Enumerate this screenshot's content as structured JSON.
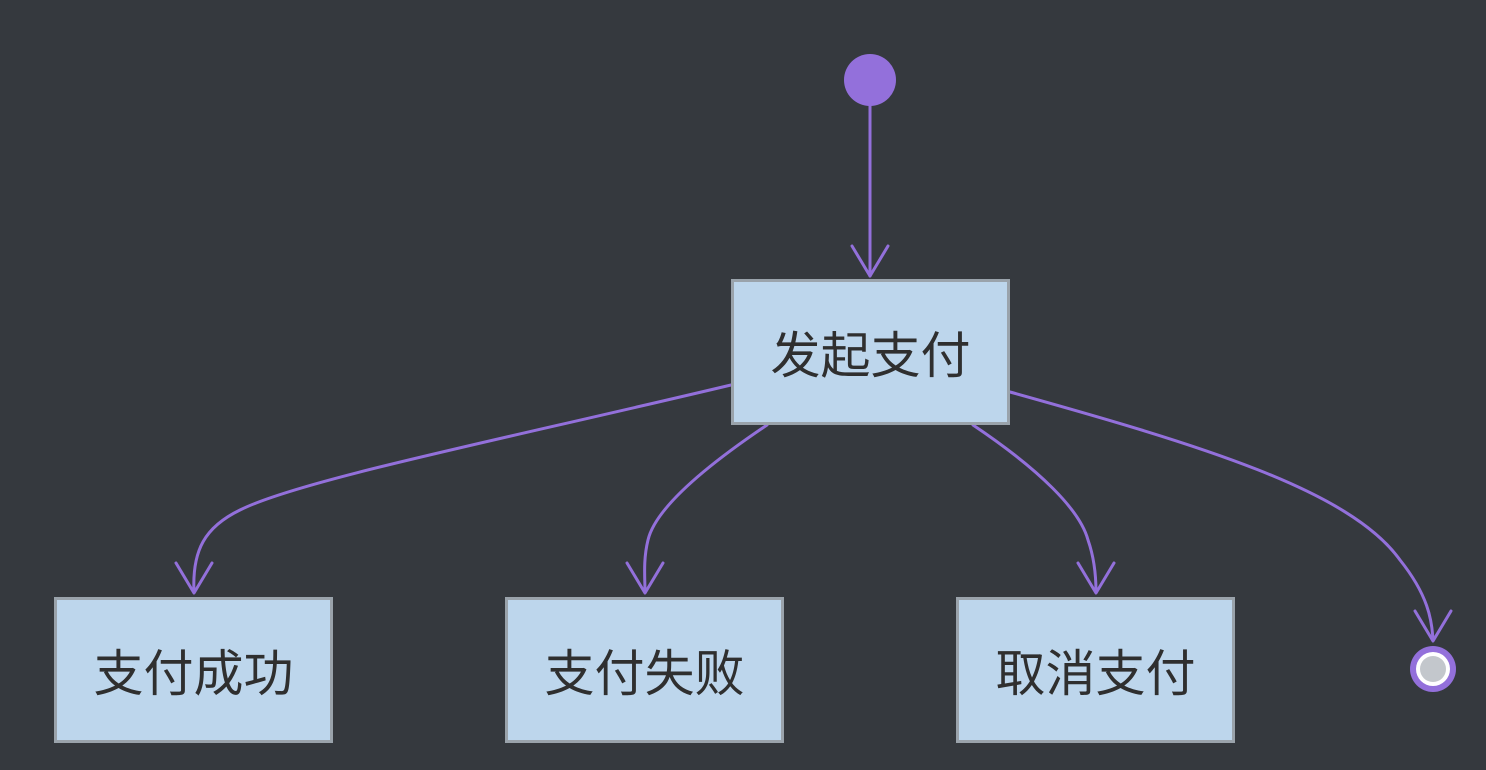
{
  "colors": {
    "background": "#35393e",
    "edge": "#9370db",
    "state_fill": "#bdd6ec",
    "state_border": "#9aa3ab",
    "state_text": "#2f2f2f",
    "end_inner": "#c3c7cc",
    "end_ring": "#ffffff"
  },
  "states": {
    "initiate": {
      "label": "发起支付"
    },
    "success": {
      "label": "支付成功"
    },
    "failed": {
      "label": "支付失败"
    },
    "cancel": {
      "label": "取消支付"
    }
  },
  "pseudo_states": {
    "start": {
      "kind": "initial"
    },
    "end": {
      "kind": "final"
    }
  },
  "transitions": [
    {
      "from": "start",
      "to": "initiate"
    },
    {
      "from": "initiate",
      "to": "success"
    },
    {
      "from": "initiate",
      "to": "failed"
    },
    {
      "from": "initiate",
      "to": "cancel"
    },
    {
      "from": "initiate",
      "to": "end"
    }
  ]
}
